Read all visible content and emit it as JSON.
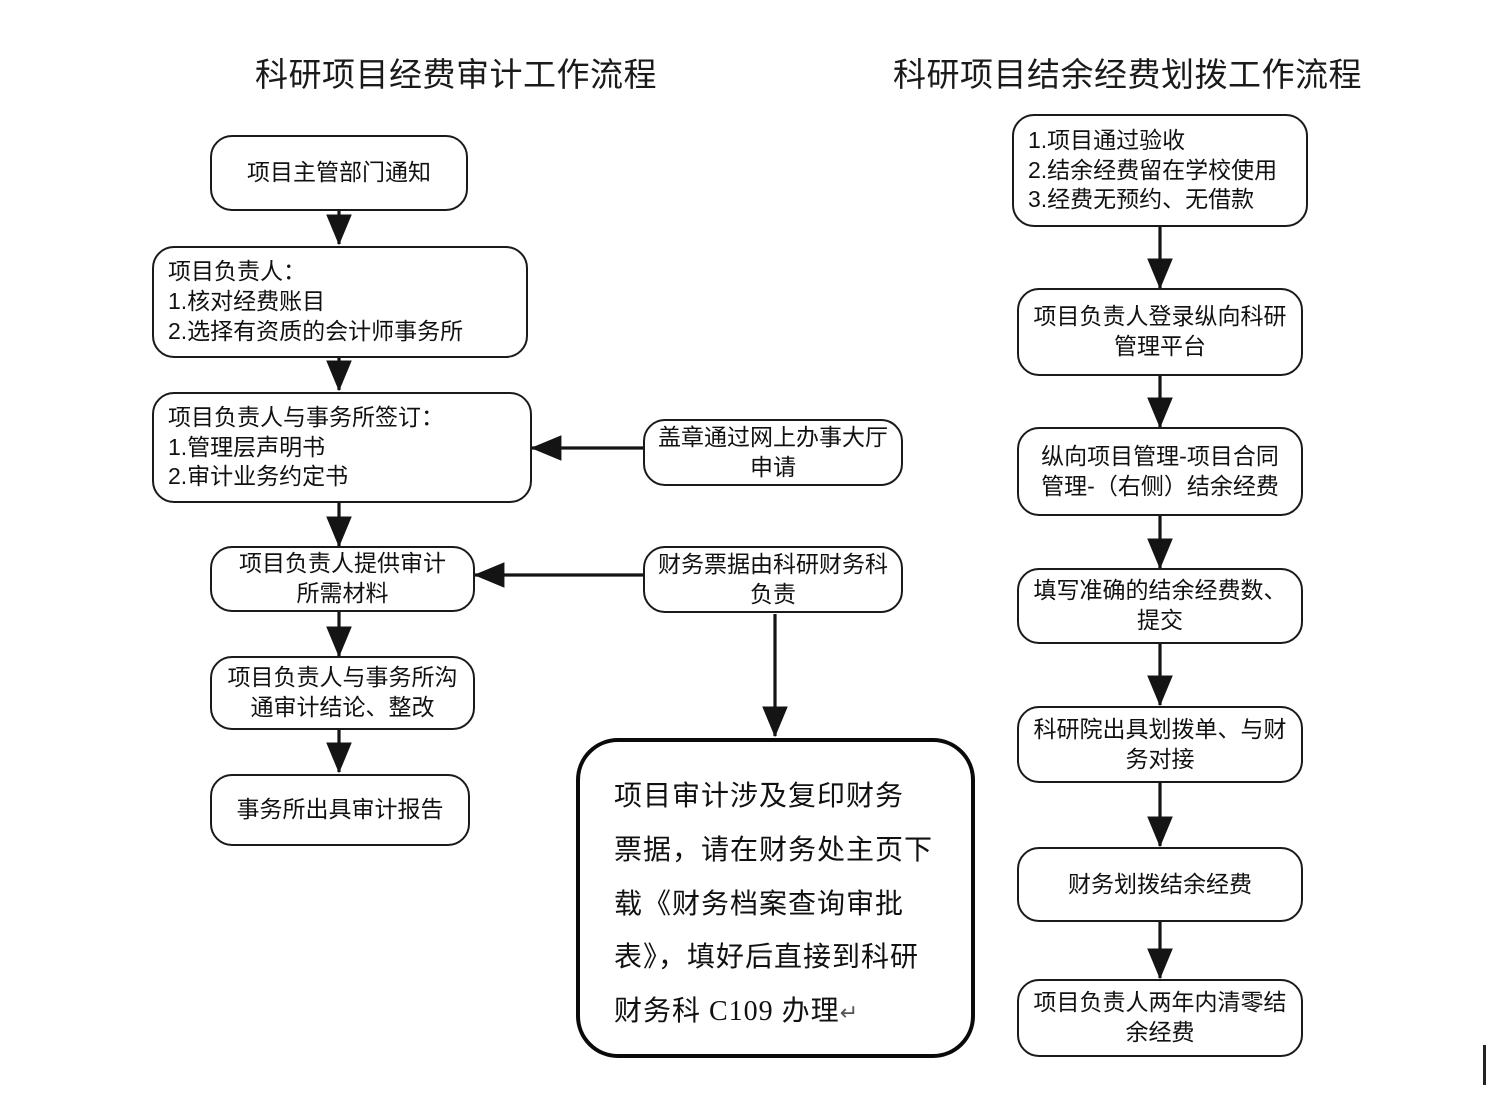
{
  "titles": {
    "left": "科研项目经费审计工作流程",
    "right": "科研项目结余经费划拨工作流程"
  },
  "left_flow": {
    "n1": {
      "l1": "项目主管部门通知"
    },
    "n2": {
      "l1": "项目负责人：",
      "l2": "1.核对经费账目",
      "l3": "2.选择有资质的会计师事务所"
    },
    "n3": {
      "l1": "项目负责人与事务所签订：",
      "l2": "1.管理层声明书",
      "l3": "2.审计业务约定书"
    },
    "n4": {
      "l1": "项目负责人提供审计",
      "l2": "所需材料"
    },
    "n5": {
      "l1": "项目负责人与事务所沟",
      "l2": "通审计结论、整改"
    },
    "n6": {
      "l1": "事务所出具审计报告"
    }
  },
  "side_inputs": {
    "s1": {
      "l1": "盖章通过网上办事大厅",
      "l2": "申请"
    },
    "s2": {
      "l1": "财务票据由科研财务科",
      "l2": "负责"
    }
  },
  "note": {
    "l1": "项目审计涉及复印财务",
    "l2": "票据，请在财务处主页下",
    "l3": "载《财务档案查询审批",
    "l4": "表》，填好后直接到科研",
    "l5": "财务科 C109 办理",
    "mark": "↵"
  },
  "right_flow": {
    "r1": {
      "l1": "1.项目通过验收",
      "l2": "2.结余经费留在学校使用",
      "l3": "3.经费无预约、无借款"
    },
    "r2": {
      "l1": "项目负责人登录纵向科研",
      "l2": "管理平台"
    },
    "r3": {
      "l1": "纵向项目管理-项目合同",
      "l2": "管理-（右侧）结余经费"
    },
    "r4": {
      "l1": "填写准确的结余经费数、",
      "l2": "提交"
    },
    "r5": {
      "l1": "科研院出具划拨单、与财",
      "l2": "务对接"
    },
    "r6": {
      "l1": "财务划拨结余经费"
    },
    "r7": {
      "l1": "项目负责人两年内清零结",
      "l2": "余经费"
    }
  },
  "colors": {
    "stroke": "#1a1a1a",
    "text": "#111111",
    "background": "#ffffff"
  }
}
